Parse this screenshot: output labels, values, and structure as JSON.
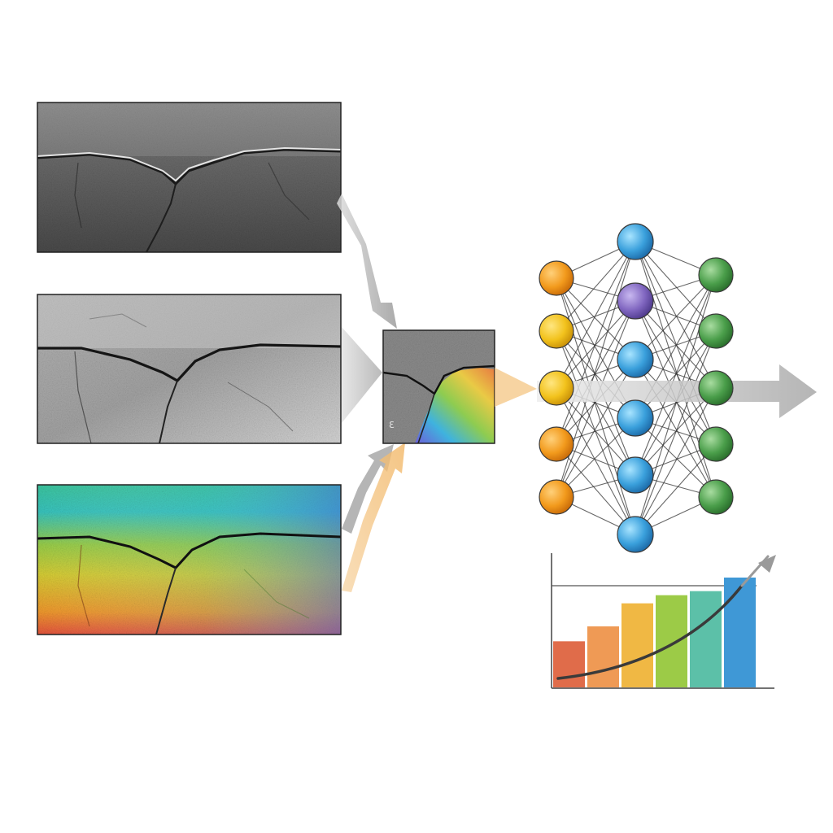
{
  "diagram": {
    "inputs": [
      {
        "kind": "grayscale crack texture"
      },
      {
        "kind": "light grayscale crack texture"
      },
      {
        "kind": "color heatmap crack texture"
      }
    ],
    "fused_patch": {
      "kind": "fused image patch",
      "mark_text": "Ɛ"
    },
    "network": {
      "layers": [
        {
          "nodes": 5,
          "color": "#f0a020"
        },
        {
          "nodes": 6,
          "color": "#3aa0dc",
          "highlight_node": 1,
          "highlight_color": "#8066c0"
        },
        {
          "nodes": 5,
          "color": "#4a9e4a"
        }
      ]
    },
    "colors": {
      "arrow_gray": "#9c9c9c",
      "arrow_orange": "#f2b766",
      "grid_ink": "#333333"
    }
  },
  "chart_data": {
    "type": "bar",
    "title": "",
    "xlabel": "",
    "ylabel": "",
    "categories": [
      "",
      "",
      "",
      "",
      "",
      ""
    ],
    "values": [
      0.34,
      0.45,
      0.62,
      0.68,
      0.71,
      0.81
    ],
    "bar_colors": [
      "#e06c4a",
      "#ef9a55",
      "#f0b844",
      "#9ccb47",
      "#5cc0a8",
      "#3f98d6"
    ],
    "reference_line": 0.75,
    "trend": "increasing",
    "ylim": [
      0,
      0.99
    ],
    "grid": false
  }
}
